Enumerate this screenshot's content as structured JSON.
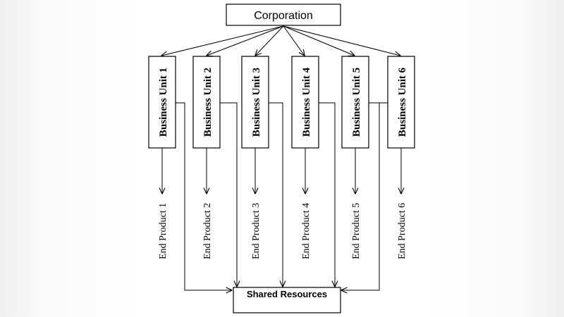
{
  "diagram": {
    "root": {
      "label": "Corporation"
    },
    "units": [
      {
        "label": "Business Unit 1",
        "product": "End Product 1"
      },
      {
        "label": "Business Unit 2",
        "product": "End Product 2"
      },
      {
        "label": "Business Unit 3",
        "product": "End Product 3"
      },
      {
        "label": "Business Unit 4",
        "product": "End Product 4"
      },
      {
        "label": "Business Unit 5",
        "product": "End Product 5"
      },
      {
        "label": "Business Unit 6",
        "product": "End Product 6"
      }
    ],
    "shared": {
      "label": "Shared Resources"
    }
  }
}
